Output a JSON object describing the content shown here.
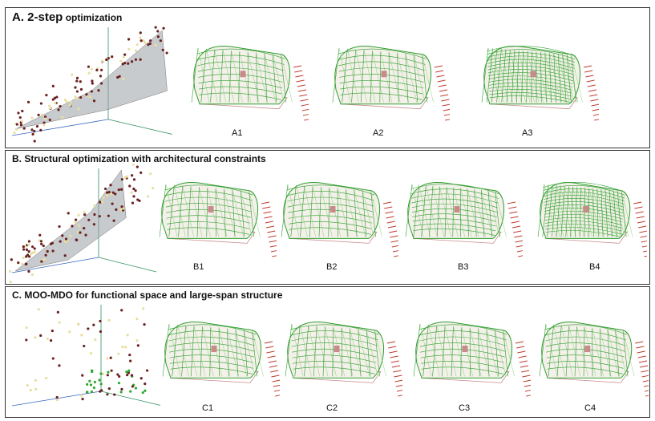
{
  "panels": [
    {
      "id": "A",
      "prefix": "A. 2-step",
      "title": "optimization",
      "labels": [
        "A1",
        "A2",
        "A3"
      ],
      "density": [
        1.0,
        1.0,
        1.9
      ]
    },
    {
      "id": "B",
      "prefix": "",
      "title": "B. Structural optimization with architectural constraints",
      "labels": [
        "B1",
        "B2",
        "B3",
        "B4"
      ],
      "density": [
        1.0,
        1.0,
        1.2,
        1.9
      ]
    },
    {
      "id": "C",
      "prefix": "",
      "title": "C. MOO-MDO for functional space and large-span structure",
      "labels": [
        "C1",
        "C2",
        "C3",
        "C4"
      ],
      "density": [
        1.0,
        1.0,
        1.0,
        1.0
      ]
    }
  ],
  "colors": {
    "mesh": "#2e9e2e",
    "mesh_light": "#7ccf6a",
    "base": "#c88a8a",
    "text_red": "#c0392b",
    "hull": "#9aa0a6",
    "axis_green": "#2f8f5f",
    "axis_blue": "#3a66c0",
    "point_dark": "#6b1f1f",
    "point_light": "#e8dfa0",
    "point_green": "#2faa2f"
  }
}
